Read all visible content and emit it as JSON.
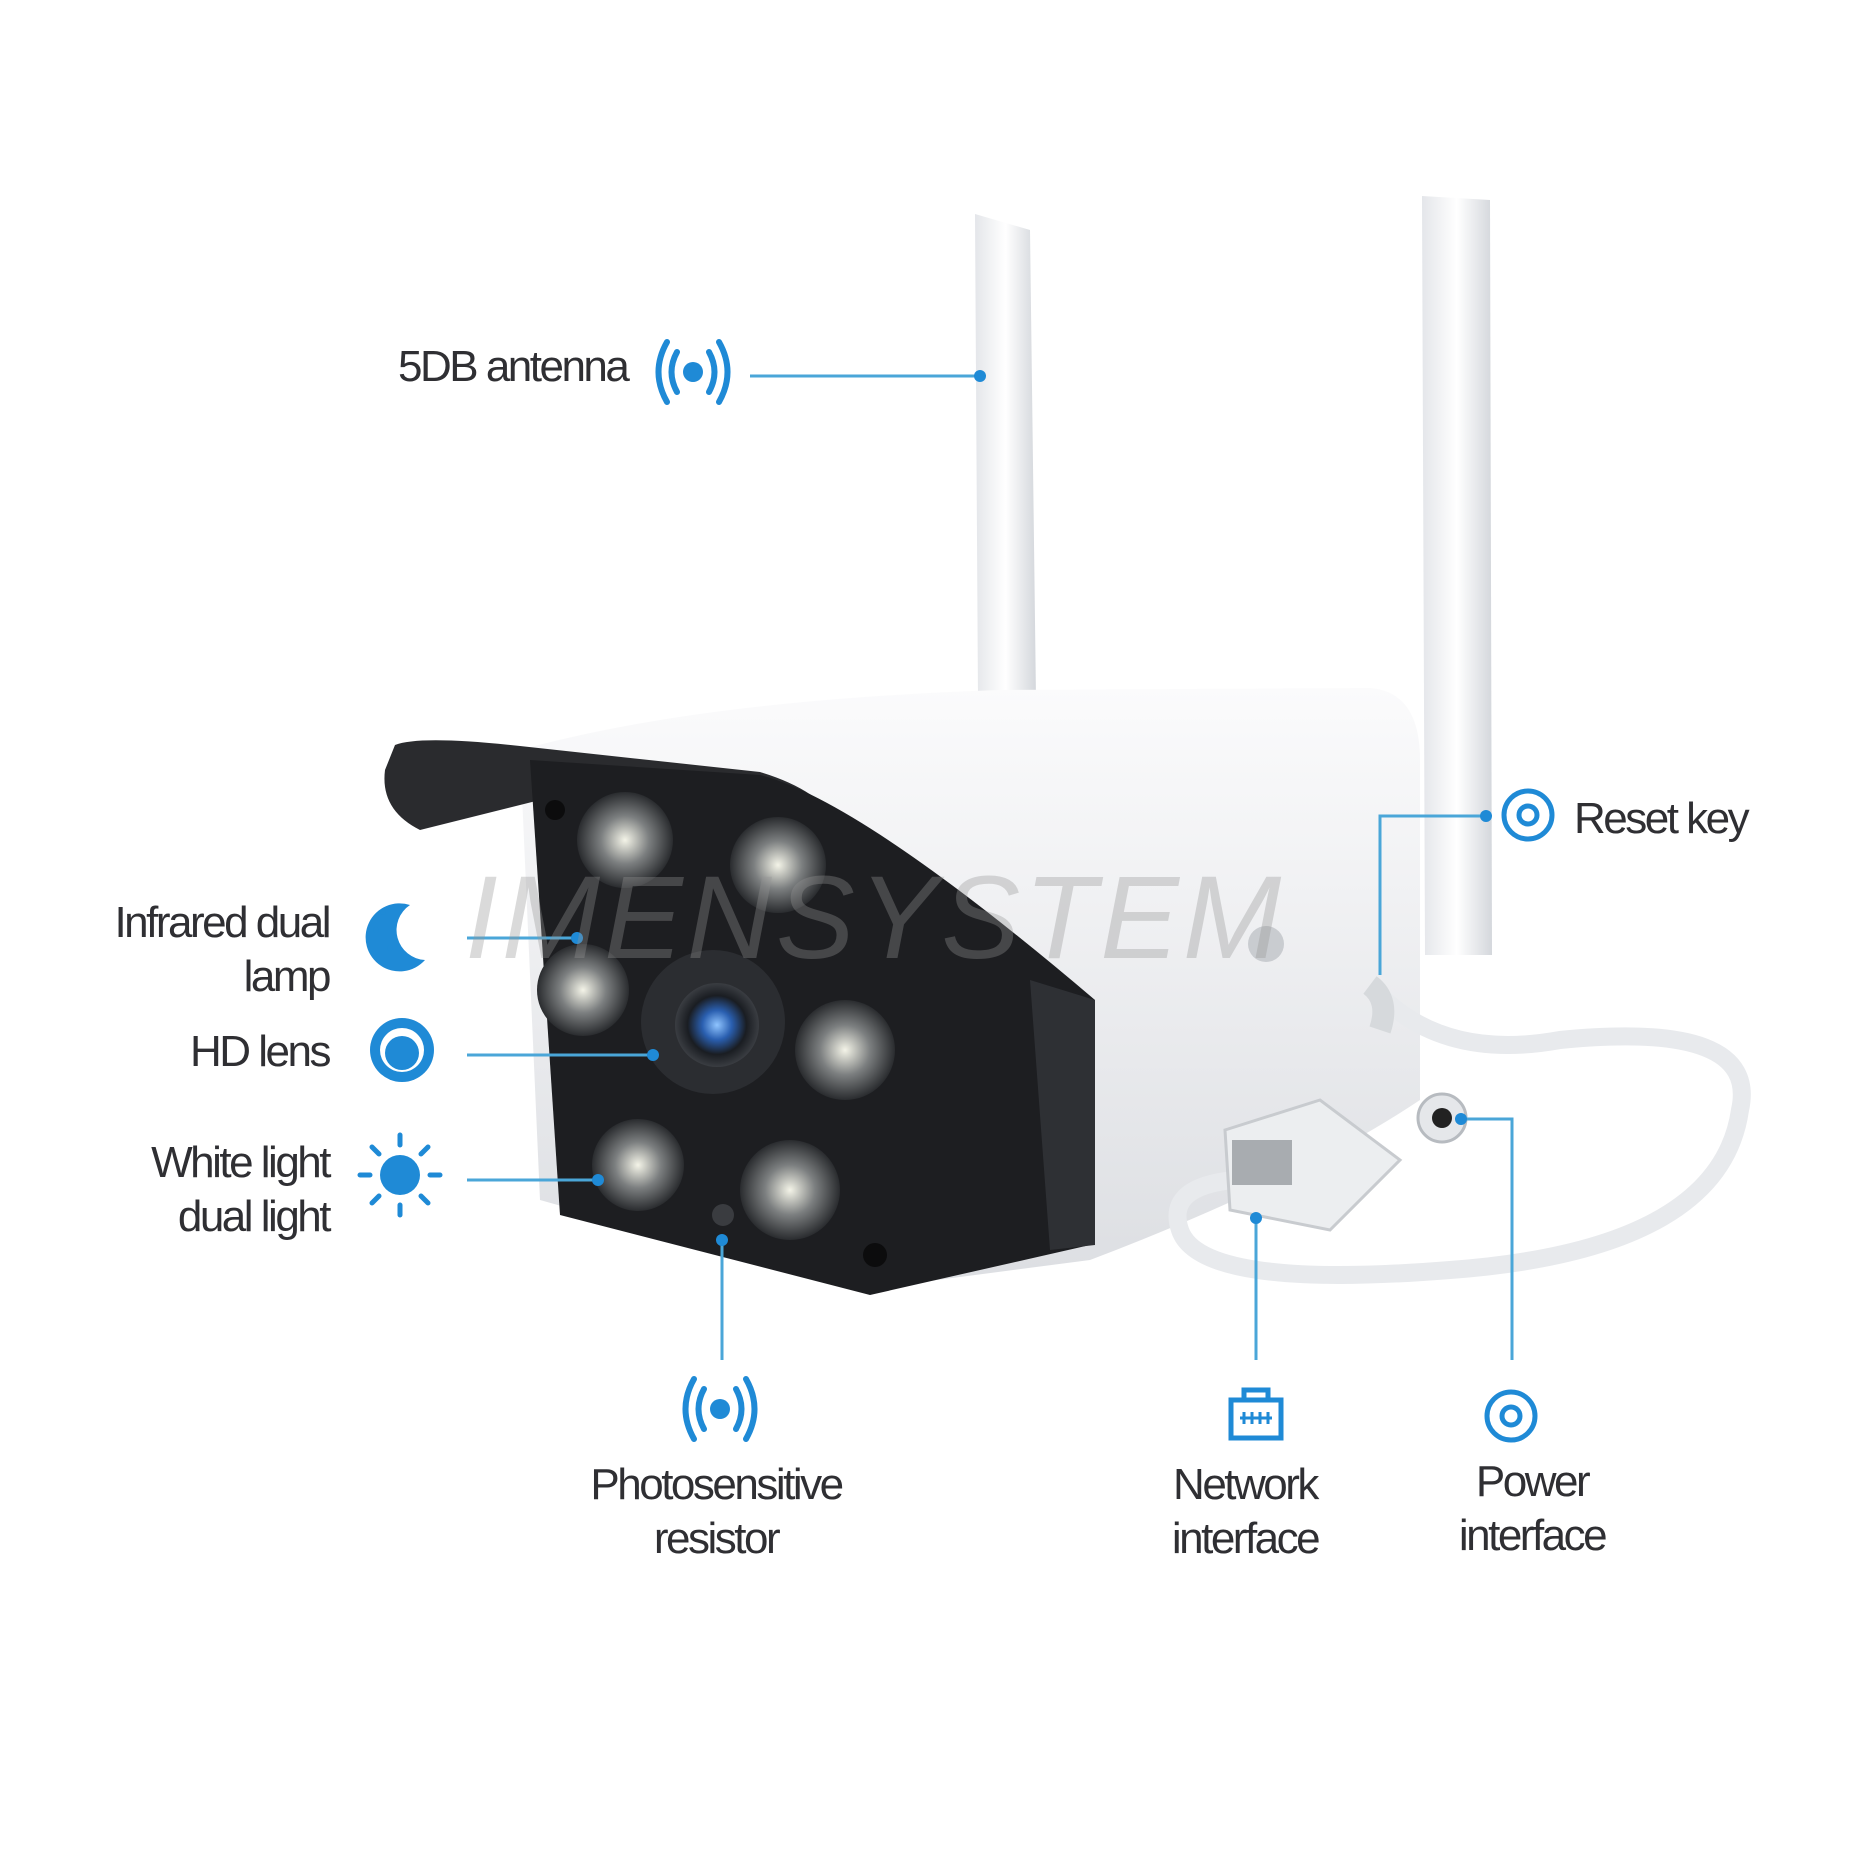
{
  "watermark": "IMENSYSTEM",
  "accent_color": "#1f8ad6",
  "labels": {
    "antenna": {
      "text": "5DB antenna",
      "icon": "wireless-signal-icon"
    },
    "reset_key": {
      "text": "Reset key",
      "icon": "target-circle-icon"
    },
    "infrared": {
      "line1": "Infrared dual",
      "line2": "lamp",
      "icon": "moon-stars-icon"
    },
    "hd_lens": {
      "text": "HD lens",
      "icon": "lens-circle-icon"
    },
    "white_light": {
      "line1": "White light",
      "line2": "dual light",
      "icon": "sun-icon"
    },
    "photosensitive": {
      "line1": "Photosensitive",
      "line2": "resistor",
      "icon": "wireless-signal-icon"
    },
    "network": {
      "line1": "Network",
      "line2": "interface",
      "icon": "ethernet-port-icon"
    },
    "power": {
      "line1": "Power",
      "line2": "interface",
      "icon": "target-circle-icon"
    }
  }
}
